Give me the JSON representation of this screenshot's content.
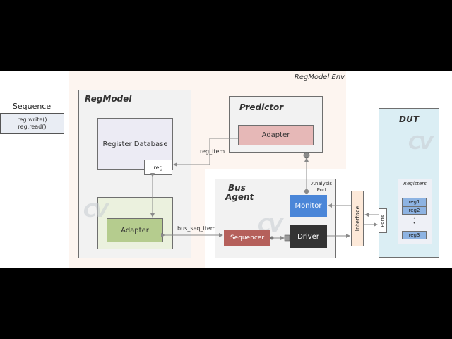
{
  "diagram": {
    "sequence": {
      "title": "Sequence",
      "lines": [
        "reg.write()",
        "reg.read()"
      ]
    },
    "env": {
      "label": "RegModel Env"
    },
    "regmodel": {
      "title": "RegModel",
      "database_label": "Register Database",
      "reg_label": "reg",
      "adapter_label": "Adapter"
    },
    "predictor": {
      "title": "Predictor",
      "adapter_label": "Adapter"
    },
    "bus_agent": {
      "title_line1": "Bus",
      "title_line2": "Agent",
      "analysis_port_line1": "Analysis",
      "analysis_port_line2": "Port",
      "monitor_label": "Monitor",
      "sequencer_label": "Sequencer",
      "driver_label": "Driver"
    },
    "interface_label": "Interface",
    "ports_label": "Ports",
    "dut": {
      "title": "DUT",
      "registers_title": "Registers",
      "registers": [
        "reg1",
        "reg2",
        "reg3"
      ],
      "ellipsis": "•\n•"
    },
    "edge_labels": {
      "reg_item": "reg_item",
      "bus_seq_item": "bus_seq_item"
    },
    "watermark": "CV",
    "colors": {
      "env_bg": "#fdf5f0",
      "box_bg": "#f2f2f2",
      "db_bg": "#ecebf4",
      "adapter_green": "#b5cc8e",
      "adapter_green_bg": "#ebf1de",
      "adapter_red": "#e6b8b7",
      "monitor_blue": "#4a86d8",
      "sequencer_red": "#b5605b",
      "driver_dark": "#333333",
      "dut_bg": "#dbeef4",
      "reg_blue": "#8db3e2",
      "interface_bg": "#fde9d9",
      "sequence_bg": "#e9edf4"
    }
  }
}
